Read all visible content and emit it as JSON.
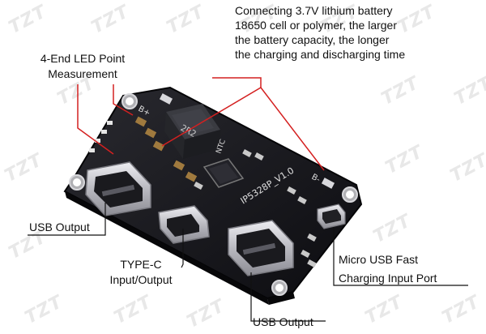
{
  "watermark": {
    "text": "TZT"
  },
  "annotations": {
    "led": {
      "line1": "4-End LED Point",
      "line2": "Measurement"
    },
    "battery": {
      "line1": "Connecting 3.7V lithium battery",
      "line2": "18650 cell or polymer, the larger",
      "line3": "the battery capacity, the longer",
      "line4": "the charging and discharging time"
    },
    "usb_output_left": "USB Output",
    "type_c": {
      "line1": "TYPE-C",
      "line2": "Input/Output"
    },
    "usb_output_bottom": "USB Output",
    "micro_usb": {
      "line1": "Micro USB Fast",
      "line2": "Charging Input Port"
    }
  },
  "board": {
    "model": "IP5328P_V1.0",
    "inductor": "2R2",
    "ntc": "NTC",
    "b_minus": "B-",
    "b_plus": "B+"
  },
  "colors": {
    "pcb": "#15151a",
    "annotation_line": "#d42020",
    "usb_metal": "#c9c9cf",
    "inductor": "#2f3035"
  }
}
